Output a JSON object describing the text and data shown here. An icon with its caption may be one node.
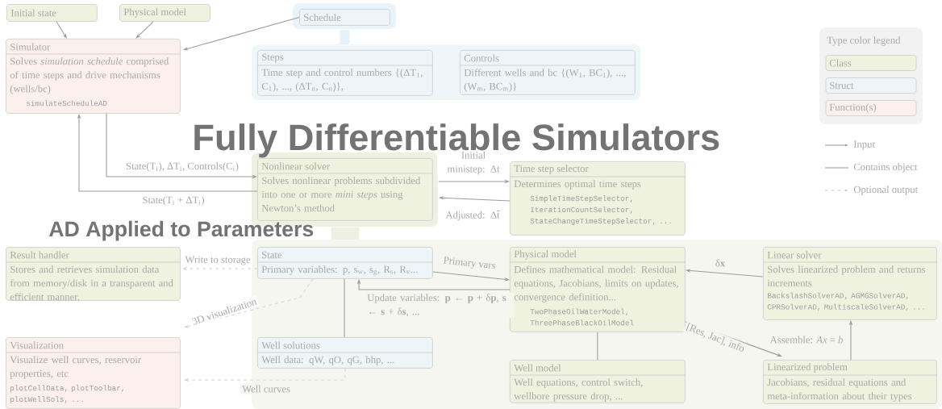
{
  "diagram": {
    "title": "Fully Differentiable Simulators",
    "nodes": [
      {
        "text": [
          "Initial state"
        ]
      },
      {
        "text": [
          "Physical model"
        ]
      },
      {
        "text": [
          "Schedule"
        ]
      },
      {
        "text": [
          "Simulator",
          "Solves *simulation schedule* comprised of time steps and drive mechanisms (wells/bc)",
          "simulateScheduleAD"
        ]
      },
      {
        "text": [],
        "shape": "box"
      },
      {
        "text": [
          "Steps",
          "Time step and control numbers {(ΔT$_{1}$, C$_{1}$), ..., (ΔT$_{n}$, C$_{n}$)},"
        ],
        "in": 4
      },
      {
        "text": [
          "Controls",
          "Different wells and bc {(W$_{1}$, BC$_{1}$), ..., (W$_{m}$, BC$_{m}$)}"
        ],
        "in": 4
      },
      {
        "text": [
          "Nonlinear solver",
          "Solves nonlinear problems subdivided into one or more *mini steps* using Newton’s method"
        ]
      },
      {
        "text": [
          "Time step selector",
          "Determines optimal time steps",
          "SimpleTimeStepSelector, IterationCountSelector, StateChangeTimeStepSelector, ..."
        ]
      },
      {
        "text": [
          "Result handler",
          "Stores and retrieves simulation data from memory/disk in a transparent and efficient manner."
        ]
      },
      {
        "text": [],
        "shape": "box"
      },
      {
        "text": [
          "State",
          "Primary variables: p, s$_{w}$, s$_{g}$, R$_{s}$, R$_{v}$..."
        ],
        "in": 10
      },
      {
        "text": [
          "Physical model",
          "Defines mathematical model: Residual equations, Jacobians, limits on updates, convergence definition...",
          "TwoPhaseOilWaterModel, ThreePhaseBlackOilModel"
        ],
        "in": 10
      },
      {
        "text": [
          "Linear solver",
          "Solves linearized problem and returns increments",
          "BackslashSolverAD, AGMGSolverAD, CPRSolverAD, MultiscaleSolverAD, ..."
        ],
        "in": 10
      },
      {
        "text": [
          "Visualization",
          "Visualize well curves, reservoir properties, etc",
          "plotCellData, plotToolbar, plotWellSols, ..."
        ]
      },
      {
        "text": [
          "Well solutions",
          "Well data: qW, qO, qG, bhp, ..."
        ],
        "in": 10
      },
      {
        "text": [
          "Well model",
          "Well equations, control switch, wellbore pressure drop, ..."
        ],
        "in": 10
      },
      {
        "text": [
          "Linearized problem",
          "Jacobians, residual equations and meta-information about their types"
        ],
        "in": 10
      }
    ],
    "edges": [
      {
        "from": 0,
        "to": 3,
        "arrow": "to"
      },
      {
        "from": 1,
        "to": 3,
        "arrow": "to"
      },
      {
        "from": 2,
        "to": 3,
        "arrow": "to"
      },
      {
        "from": 2,
        "to": 4,
        "arrow": "none",
        "style": "thick",
        "color": "#e6f2f9"
      },
      {
        "from": 3,
        "to": 7,
        "arrow": "to",
        "label": "State(T$_{i}$), ΔT$_{i}$, Controls(C$_{i}$)"
      },
      {
        "from": 7,
        "to": 3,
        "arrow": "to",
        "label": "State(T$_{i}$ + ΔT$_{i}$)"
      },
      {
        "from": 7,
        "to": 8,
        "arrow": "to",
        "label": "Initial ministep: Δt"
      },
      {
        "from": 8,
        "to": 7,
        "arrow": "to",
        "label": "Adjusted: Δt̃"
      },
      {
        "from": 7,
        "to": 10,
        "arrow": "none",
        "style": "thick",
        "color": "#eef0e2"
      },
      {
        "from": 11,
        "to": 9,
        "arrow": "to",
        "label": "Write to storage",
        "style": "dashed",
        "color": "#d4d4d4"
      },
      {
        "from": 11,
        "to": 14,
        "arrow": "to",
        "label": "3D visualization",
        "style": "dashed",
        "color": "#d4d4d4"
      },
      {
        "from": 15,
        "to": 14,
        "arrow": "to",
        "label": "Well curves",
        "style": "dashed",
        "color": "#d4d4d4"
      },
      {
        "from": 11,
        "to": 12,
        "arrow": "to",
        "label": "Primary vars"
      },
      {
        "from": 12,
        "to": 11,
        "arrow": "to",
        "label": "Update variables: **p** ← **p** + δ**p**, **s** ← **s** + δ**s**, ..."
      },
      {
        "from": 11,
        "to": 15,
        "arrow": "none"
      },
      {
        "from": 12,
        "to": 16,
        "arrow": "none"
      },
      {
        "from": 13,
        "to": 12,
        "arrow": "to",
        "label": "δ**x**"
      },
      {
        "from": 12,
        "to": 17,
        "arrow": "to",
        "label": "[Res, Jac], info"
      },
      {
        "from": 17,
        "to": 13,
        "arrow": "to",
        "label": "Assemble: *Ax* = *b*"
      }
    ],
    "labels": [
      "AD Applied to Parameters",
      "Type color legend"
    ],
    "legend": [
      {
        "text": "Class",
        "color": "#eef2df"
      },
      {
        "text": "Struct",
        "color": "#edf5f9"
      },
      {
        "text": "Function(s)",
        "color": "#fbf0ec"
      },
      {
        "text": "Input"
      },
      {
        "text": "Contains object"
      },
      {
        "text": "Optional output"
      }
    ]
  }
}
